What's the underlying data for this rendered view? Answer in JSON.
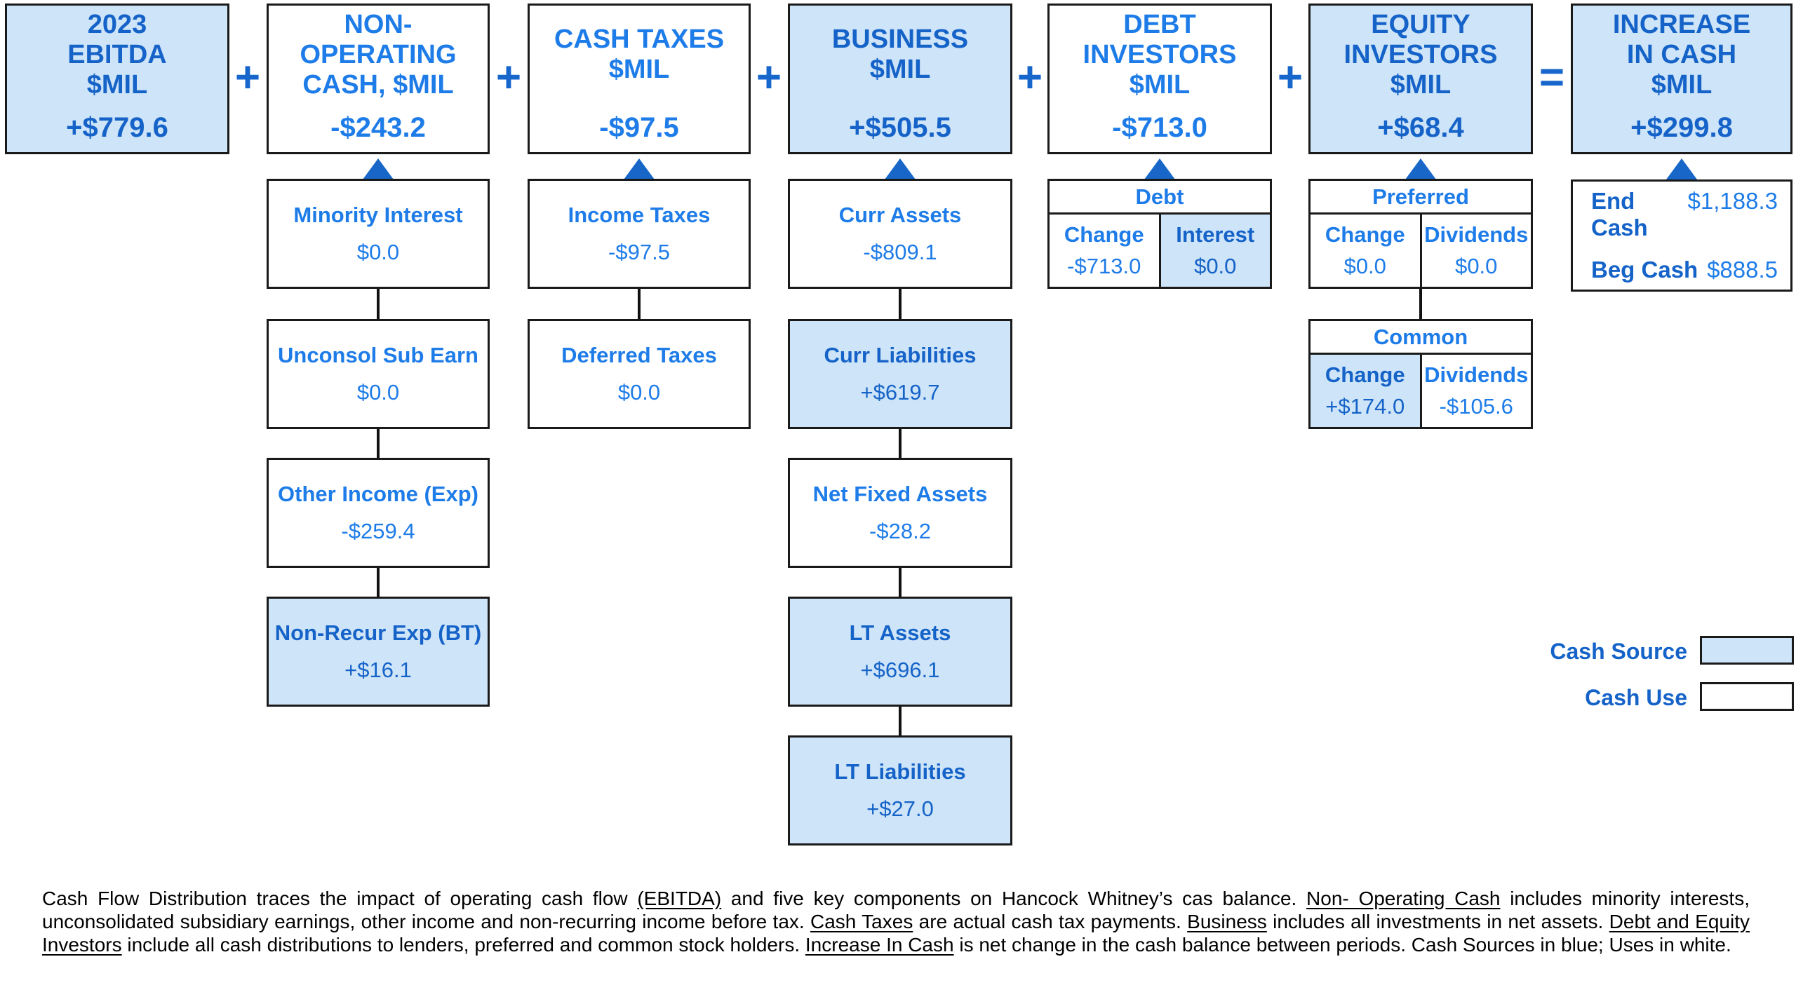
{
  "top": {
    "ebitda": {
      "title": "2023\nEBITDA\n$MIL",
      "value": "+$779.6"
    },
    "non_operating": {
      "title": "NON-\nOPERATING\nCASH, $MIL",
      "value": "-$243.2"
    },
    "cash_taxes": {
      "title": "CASH TAXES\n$MIL",
      "value": "-$97.5"
    },
    "business": {
      "title": "BUSINESS\n$MIL",
      "value": "+$505.5"
    },
    "debt_investors": {
      "title": "DEBT\nINVESTORS\n$MIL",
      "value": "-$713.0"
    },
    "equity_investors": {
      "title": "EQUITY\nINVESTORS\n$MIL",
      "value": "+$68.4"
    },
    "increase_in_cash": {
      "title": "INCREASE\nIN CASH\n$MIL",
      "value": "+$299.8"
    }
  },
  "operators": {
    "plus": "+",
    "equals": "="
  },
  "chains": {
    "non_operating": [
      {
        "label": "Minority Interest",
        "value": "$0.0"
      },
      {
        "label": "Unconsol Sub Earn",
        "value": "$0.0"
      },
      {
        "label": "Other Income (Exp)",
        "value": "-$259.4"
      },
      {
        "label": "Non-Recur Exp (BT)",
        "value": "+$16.1"
      }
    ],
    "cash_taxes": [
      {
        "label": "Income Taxes",
        "value": "-$97.5"
      },
      {
        "label": "Deferred Taxes",
        "value": "$0.0"
      }
    ],
    "business": [
      {
        "label": "Curr Assets",
        "value": "-$809.1"
      },
      {
        "label": "Curr Liabilities",
        "value": "+$619.7"
      },
      {
        "label": "Net Fixed Assets",
        "value": "-$28.2"
      },
      {
        "label": "LT Assets",
        "value": "+$696.1"
      },
      {
        "label": "LT Liabilities",
        "value": "+$27.0"
      }
    ]
  },
  "debt_table": {
    "header": "Debt",
    "cells": [
      {
        "label": "Change",
        "value": "-$713.0"
      },
      {
        "label": "Interest",
        "value": "$0.0"
      }
    ]
  },
  "preferred_table": {
    "header": "Preferred",
    "cells": [
      {
        "label": "Change",
        "value": "$0.0"
      },
      {
        "label": "Dividends",
        "value": "$0.0"
      }
    ]
  },
  "common_table": {
    "header": "Common",
    "cells": [
      {
        "label": "Change",
        "value": "+$174.0"
      },
      {
        "label": "Dividends",
        "value": "-$105.6"
      }
    ]
  },
  "cash_box": {
    "rows": [
      {
        "label": "End Cash",
        "value": "$1,188.3"
      },
      {
        "label": "Beg Cash",
        "value": "$888.5"
      }
    ]
  },
  "legend": {
    "source_label": "Cash Source",
    "use_label": "Cash Use"
  },
  "colors": {
    "cash_source_fill": "#cee4f8",
    "cash_use_fill": "#ffffff",
    "text_on_white": "#1e7ce8",
    "text_on_blue": "#1563c8",
    "connector_black": "#111111",
    "arrow_blue": "#1766c8"
  },
  "footnote": {
    "segments": [
      {
        "text": "Cash Flow Distribution traces the impact of operating cash flow ",
        "u": false
      },
      {
        "text": "(EBITDA)",
        "u": true
      },
      {
        "text": " and five key components on Hancock Whitney’s cas balance.  ",
        "u": false
      },
      {
        "text": "Non- Operating Cash",
        "u": true
      },
      {
        "text": " includes minority interests, unconsolidated subsidiary earnings, other income and non-recurring  income before tax.  ",
        "u": false
      },
      {
        "text": "Cash Taxes",
        "u": true
      },
      {
        "text": " are actual cash tax payments.  ",
        "u": false
      },
      {
        "text": "Business",
        "u": true
      },
      {
        "text": " includes all investments in net assets.  ",
        "u": false
      },
      {
        "text": "Debt and Equity Investors",
        "u": true
      },
      {
        "text": " include all cash distributions to lenders, preferred and common stock holders.  ",
        "u": false
      },
      {
        "text": "Increase In Cash",
        "u": true
      },
      {
        "text": " is net change in the cash balance between periods.  Cash Sources in blue; Uses in white.",
        "u": false
      }
    ]
  }
}
